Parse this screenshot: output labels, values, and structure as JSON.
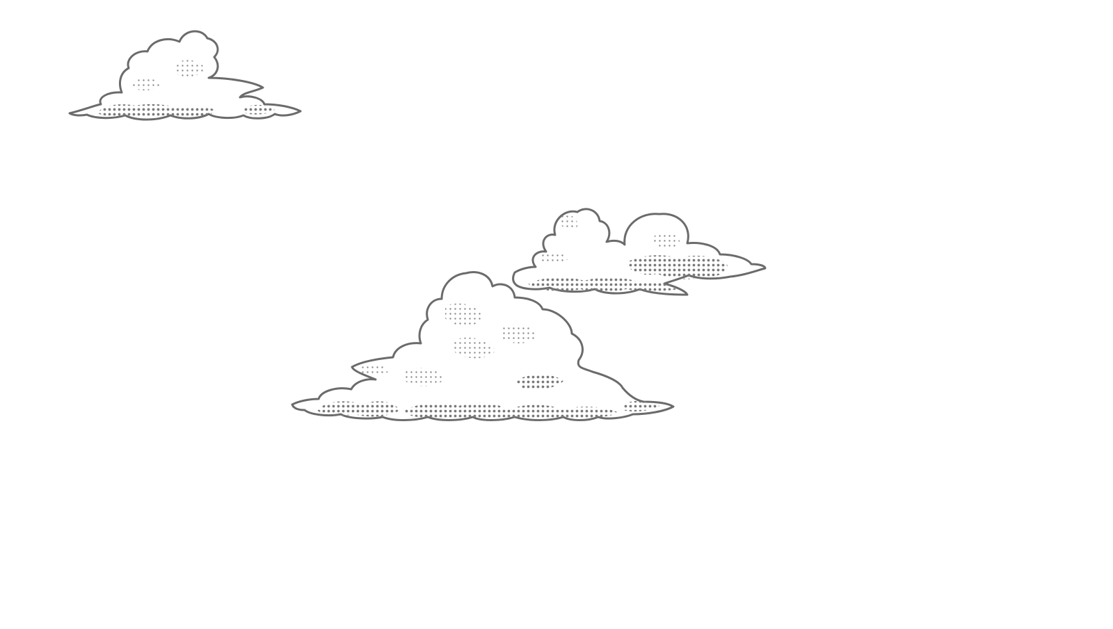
{
  "scene": {
    "background_color": "#ffffff",
    "line_color": "#6b6b6b",
    "style": "halftone line-art clouds",
    "cloud_count": 3
  },
  "clouds": [
    {
      "name": "small-cloud-top-left"
    },
    {
      "name": "medium-cloud-right"
    },
    {
      "name": "large-cloud-center"
    }
  ]
}
